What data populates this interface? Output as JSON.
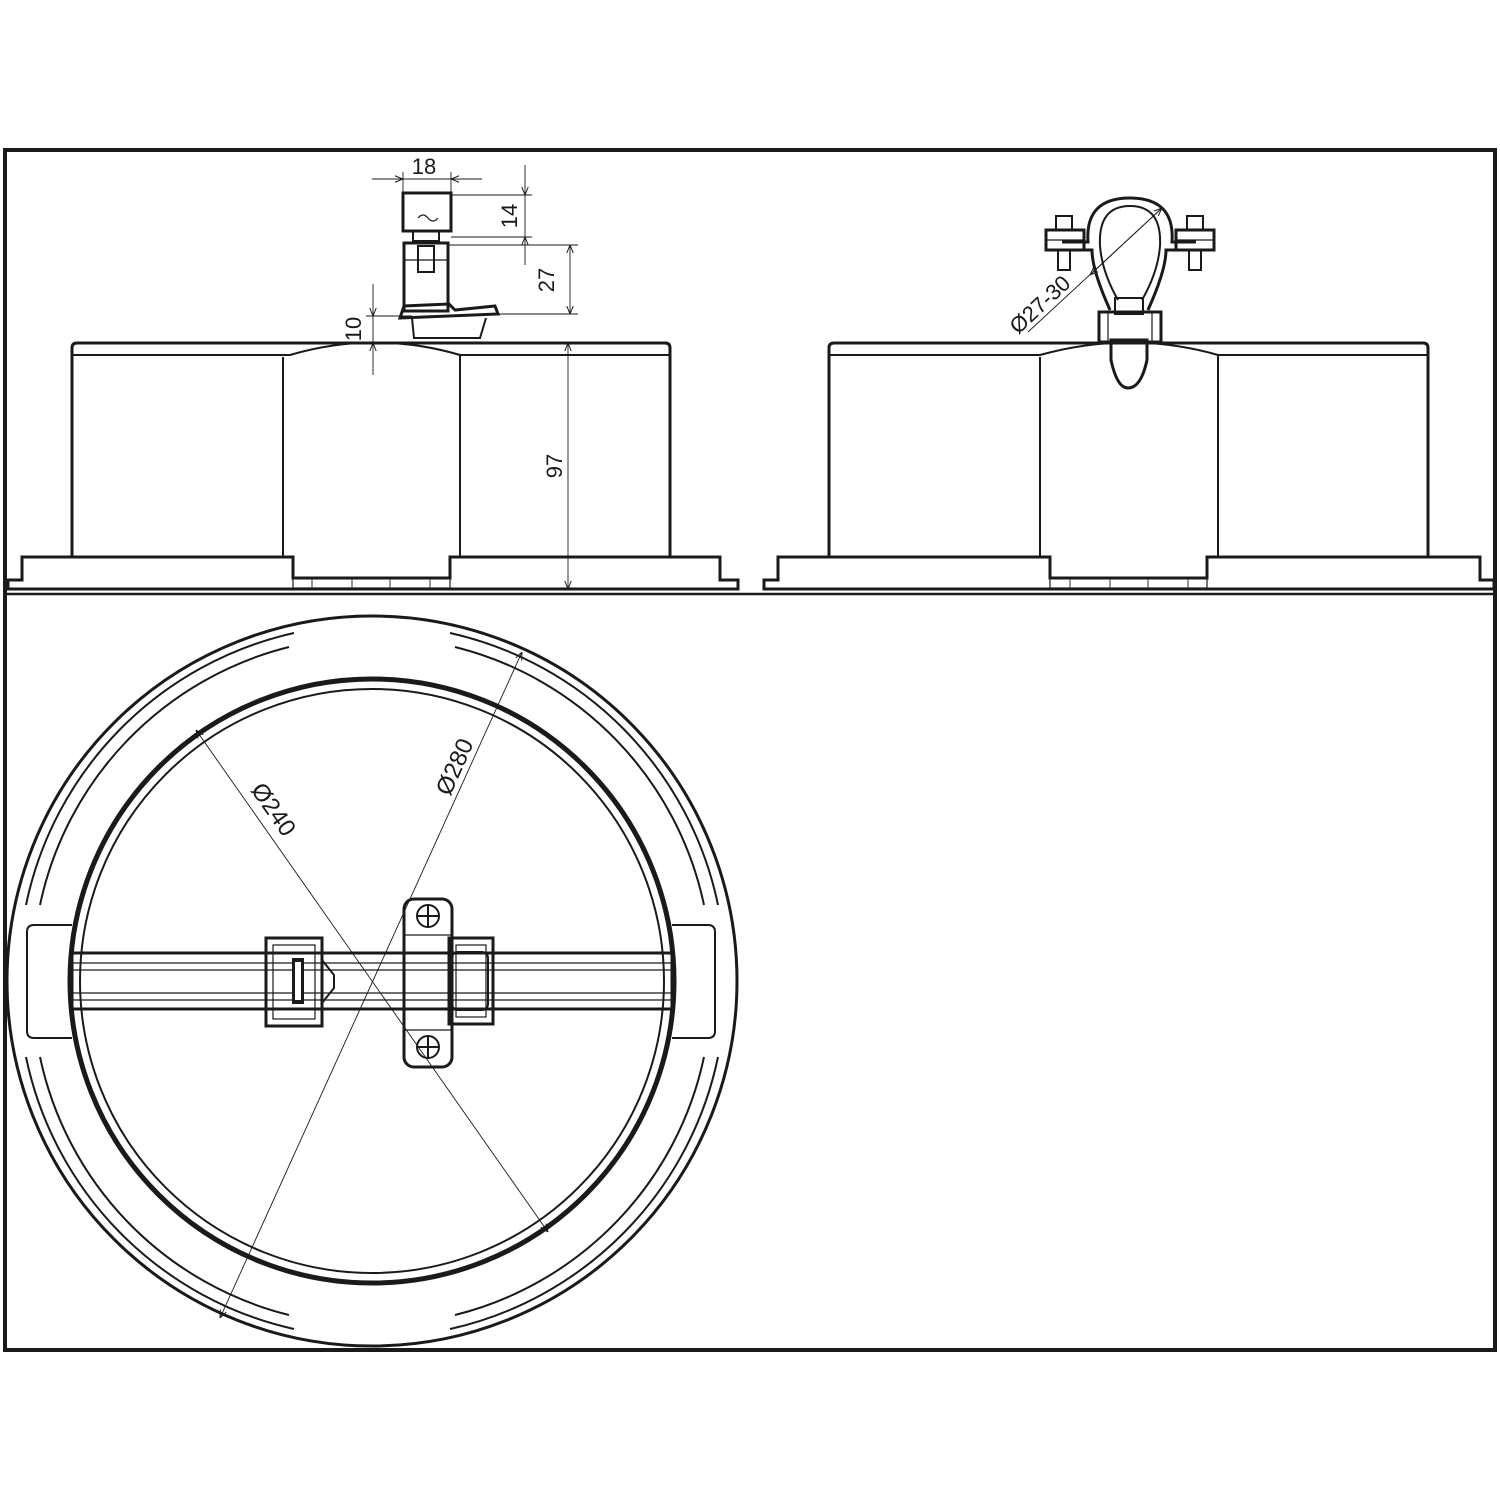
{
  "drawing": {
    "line_color": "#1a1a1a",
    "background_color": "#ffffff",
    "views": {
      "front": {
        "dimensions": {
          "width_clamp": "18",
          "clamp_height": "14",
          "terminal_height": "27",
          "clearance": "10",
          "box_height": "97"
        }
      },
      "side": {
        "dimensions": {
          "pipe_diameter": "Ø27-30"
        }
      },
      "top": {
        "dimensions": {
          "inner_diameter": "Ø240",
          "outer_diameter": "Ø280"
        }
      }
    }
  }
}
